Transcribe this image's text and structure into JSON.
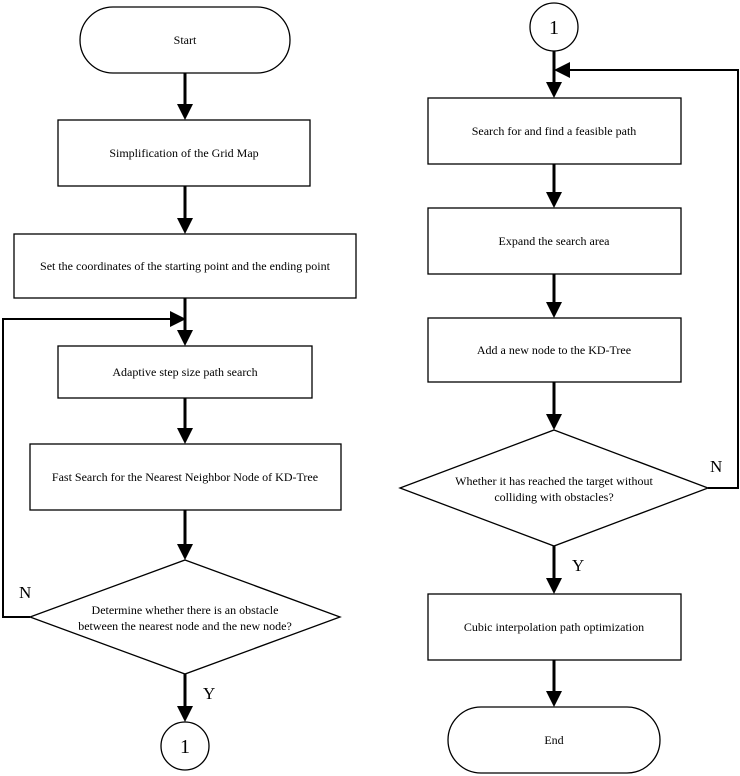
{
  "flowchart": {
    "left": {
      "start": "Start",
      "simplify": "Simplification of the Grid Map",
      "set_coords": "Set the coordinates of the starting point and the ending point",
      "adaptive_step": "Adaptive step size path search",
      "fast_search": "Fast Search for the Nearest Neighbor Node of KD-Tree",
      "decision_line1": "Determine whether there is an obstacle",
      "decision_line2": "between the nearest node and the new node?",
      "no_label": "N",
      "yes_label": "Y",
      "connector_out": "1"
    },
    "right": {
      "connector_in": "1",
      "feasible_path": "Search for and find a feasible path",
      "expand_area": "Expand the search area",
      "add_node": "Add a new node to the KD-Tree",
      "decision_line1": "Whether it has reached the target without",
      "decision_line2": "colliding with obstacles?",
      "no_label": "N",
      "yes_label": "Y",
      "optimize": "Cubic interpolation path optimization",
      "end": "End"
    }
  }
}
